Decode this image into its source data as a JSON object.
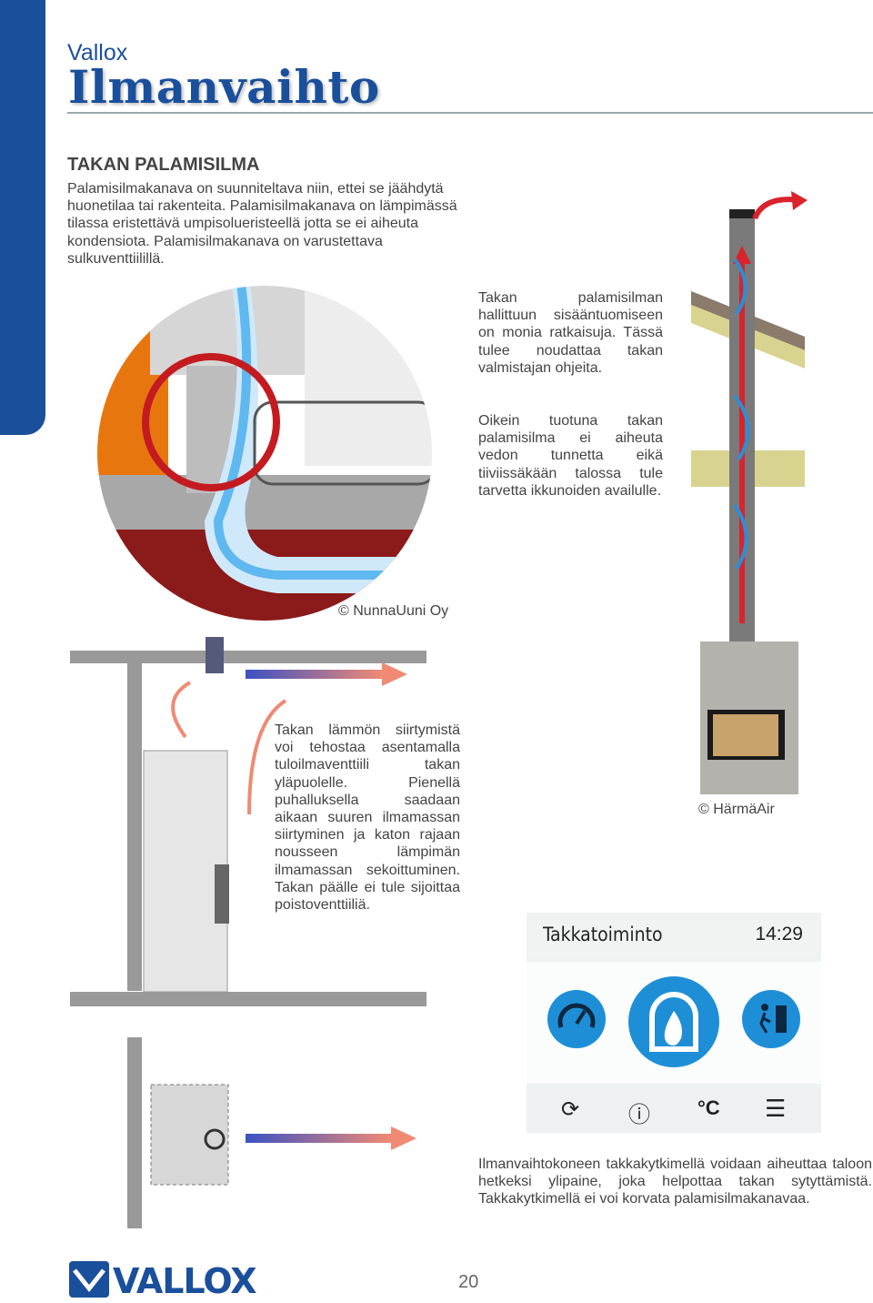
{
  "header": {
    "brand": "Vallox",
    "title": "Ilmanvaihto"
  },
  "section": {
    "heading": "TAKAN PALAMISILMA",
    "intro": "Palamisilmakanava on suunniteltava niin, ettei se jäähdytä huonetilaa tai rakenteita. Palamisilmakanava on lämpimässä tilassa eristettävä umpisolueristeellä jotta se ei aiheuta kondensiota. Palamisilmakanava on varustettava sulkuventtiilillä.",
    "note_solutions": "Takan palamisilman hallittuun sisääntuomiseen on monia ratkaisuja. Tässä tulee noudattaa takan valmistajan ohjeita.",
    "note_correct": "Oikein tuotuna takan palamisilma ei aiheuta vedon tunnetta eikä tiiviissäkään talossa tule tarvetta ikkunoiden availulle.",
    "note_heat": "Takan lämmön siirtymistä voi tehostaa asentamalla tuloilmaventtiili takan yläpuolelle. Pienellä puhalluksella saadaan aikaan suuren ilmamassan siirtyminen ja katon rajaan nousseen lämpimän ilmamassan sekoittuminen. Takan päälle ei tule sijoittaa poistoventtiiliä.",
    "note_panel": "Ilmanvaihtokoneen takkakytkimellä voidaan aiheuttaa taloon hetkeksi ylipaine, joka helpottaa takan sytyttämistä. Takkakytkimellä ei voi korvata palamisilmakanavaa."
  },
  "credits": {
    "nunnauuni": "© NunnaUuni Oy",
    "harmaair": "© HärmäAir"
  },
  "control_panel": {
    "title": "Takkatoiminto",
    "time": "14:29",
    "icons": [
      "speed-gauge-icon",
      "fireplace-flame-icon",
      "exit-person-icon",
      "refresh-icon",
      "info-icon",
      "celsius-icon",
      "menu-icon"
    ],
    "celsius_label": "°C"
  },
  "footer": {
    "logo": "VALLOX",
    "page": "20"
  },
  "colors": {
    "brand_blue": "#1a4f9c",
    "panel_blue": "#1e8fd6",
    "arrow_red": "#d9232d"
  }
}
